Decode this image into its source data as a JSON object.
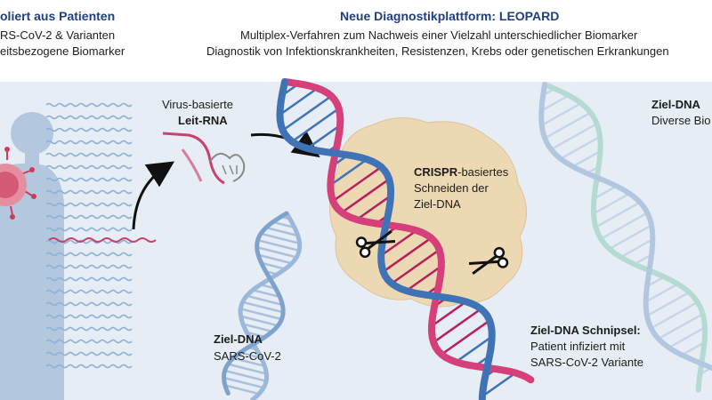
{
  "left_header": {
    "title": "oliert aus Patienten",
    "line1": "RS-CoV-2 & Varianten",
    "line2": "eitsbezogene Biomarker"
  },
  "center_header": {
    "title": "Neue Diagnostikplattform: LEOPARD",
    "line1": "Multiplex-Verfahren zum Nachweis einer Vielzahl unterschiedlicher Biomarker",
    "line2": "Diagnostik von Infektionskrankheiten, Resistenzen, Krebs oder genetischen Erkrankungen"
  },
  "leit_rna": {
    "line1": "Virus-basierte",
    "line2": "Leit-RNA"
  },
  "crispr": {
    "bold": "CRISPR",
    "rest": "-basiertes",
    "line2": "Schneiden der",
    "line3": "Ziel-DNA"
  },
  "ziel_dna_left": {
    "title": "Ziel-DNA",
    "subtitle": "SARS-CoV-2"
  },
  "ziel_dna_right": {
    "title": "Ziel-DNA",
    "subtitle": "Diverse Bio"
  },
  "snippet": {
    "title": "Ziel-DNA Schnipsel:",
    "line2": "Patient infiziert mit",
    "line3": "SARS-CoV-2 Variante"
  },
  "colors": {
    "header_blue": "#1f3f80",
    "band": "#e6edf4",
    "dna_blue": "#3f73b5",
    "dna_pink": "#b8205d",
    "protein": "#edd8b4",
    "virus": "#cc3d5c",
    "silhouette": "#b3c8df",
    "teal": "#86c9b6"
  }
}
